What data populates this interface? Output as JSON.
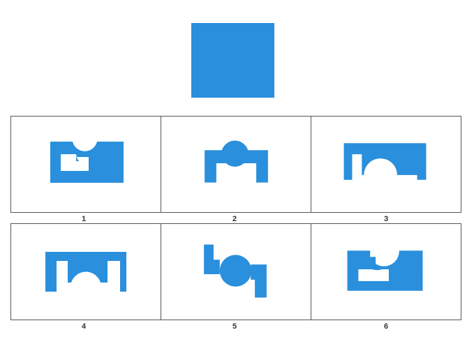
{
  "colors": {
    "shape": "#2a8fdc",
    "border": "#555555",
    "background": "#ffffff",
    "label": "#333333"
  },
  "target": {
    "name": "target-square"
  },
  "options": [
    {
      "label": "1",
      "shape": "rectangle-with-half-circle-notch-and-slot"
    },
    {
      "label": "2",
      "shape": "circle-on-arch"
    },
    {
      "label": "3",
      "shape": "arch-with-dome-inside"
    },
    {
      "label": "4",
      "shape": "arch-with-two-legs-and-dome"
    },
    {
      "label": "5",
      "shape": "circle-with-offset-blocks"
    },
    {
      "label": "6",
      "shape": "rectangle-with-semicircle-and-slot"
    }
  ]
}
